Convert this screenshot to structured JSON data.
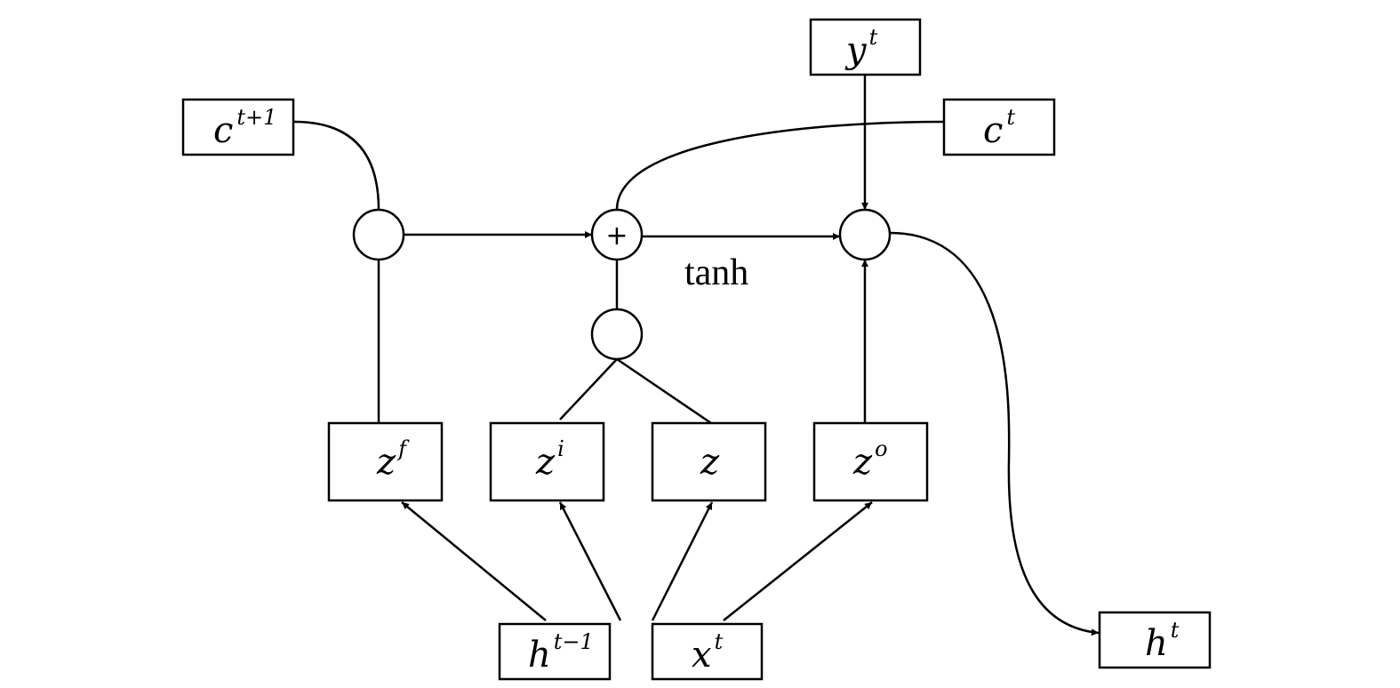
{
  "boxes": {
    "c_next": {
      "base": "c",
      "sup": "t+1"
    },
    "y_t": {
      "base": "y",
      "sup": "t"
    },
    "c_t": {
      "base": "c",
      "sup": "t"
    },
    "z_f": {
      "base": "z",
      "sup": "f"
    },
    "z_i": {
      "base": "z",
      "sup": "i"
    },
    "z": {
      "base": "z",
      "sup": ""
    },
    "z_o": {
      "base": "z",
      "sup": "o"
    },
    "h_prev": {
      "base": "h",
      "sup": "t−1"
    },
    "x_t": {
      "base": "x",
      "sup": "t"
    },
    "h_t": {
      "base": "h",
      "sup": "t"
    }
  },
  "operators": {
    "sum": "+"
  },
  "annotations": {
    "tanh": "tanh"
  }
}
